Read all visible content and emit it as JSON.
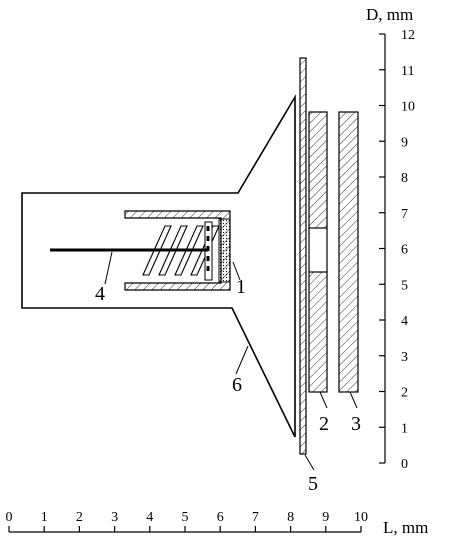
{
  "diagram": {
    "vertical_axis": {
      "label": "D, mm",
      "ticks": [
        "0",
        "1",
        "2",
        "3",
        "4",
        "5",
        "6",
        "7",
        "8",
        "9",
        "10",
        "11",
        "12"
      ]
    },
    "horizontal_axis": {
      "label": "L, mm",
      "ticks": [
        "0",
        "1",
        "2",
        "3",
        "4",
        "5",
        "6",
        "7",
        "8",
        "9",
        "10"
      ]
    },
    "callouts": [
      {
        "id": "c1",
        "text": "1"
      },
      {
        "id": "c2",
        "text": "2"
      },
      {
        "id": "c3",
        "text": "3"
      },
      {
        "id": "c4",
        "text": "4"
      },
      {
        "id": "c5",
        "text": "5"
      },
      {
        "id": "c6",
        "text": "6"
      }
    ]
  }
}
